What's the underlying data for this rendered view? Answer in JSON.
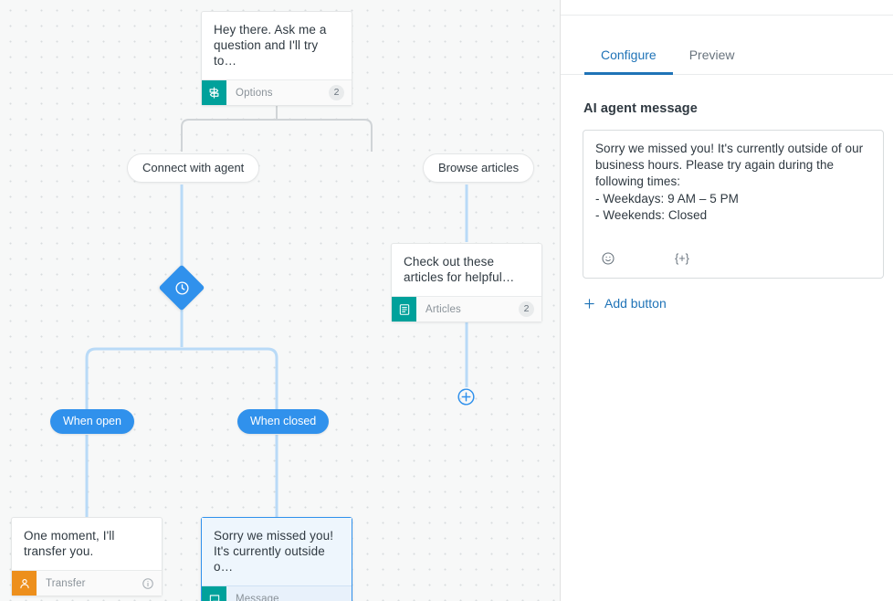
{
  "canvas": {
    "nodes": [
      {
        "id": "greeting",
        "text": "Hey there. Ask me a question and I'll try to…",
        "footer_label": "Options",
        "badge": "2",
        "icon": "signpost-icon"
      },
      {
        "id": "articles",
        "text": "Check out these articles for helpful…",
        "footer_label": "Articles",
        "badge": "2",
        "icon": "article-icon"
      },
      {
        "id": "transfer",
        "text": "One moment, I'll transfer you.",
        "footer_label": "Transfer",
        "badge": "",
        "icon": "agent-icon"
      },
      {
        "id": "after-hours",
        "text": "Sorry we missed you! It's currently outside o…",
        "footer_label": "Message",
        "badge": "",
        "icon": "chat-bubble-icon"
      }
    ],
    "option_pills": [
      {
        "label": "Connect with agent"
      },
      {
        "label": "Browse articles"
      }
    ],
    "condition_pills": [
      {
        "label": "When open"
      },
      {
        "label": "When closed"
      }
    ],
    "condition_node": {
      "icon": "clock-icon"
    },
    "add_node_button": {
      "icon": "plus-circle-icon"
    }
  },
  "panel": {
    "tabs": [
      {
        "label": "Configure",
        "active": true
      },
      {
        "label": "Preview",
        "active": false
      }
    ],
    "section_title": "AI agent message",
    "message": "Sorry we missed you! It's currently outside of our business hours. Please try again during the following times:\n- Weekdays: 9 AM – 5 PM\n- Weekends: Closed",
    "editor_tools": [
      {
        "icon": "emoji-icon",
        "glyph": "☺"
      },
      {
        "icon": "variable-icon",
        "glyph": "{+}"
      }
    ],
    "add_button_label": "Add button"
  },
  "colors": {
    "accent_blue": "#3091ec",
    "link_blue": "#1f73b7",
    "teal": "#00a19b",
    "orange": "#ed8f1c",
    "canvas_bg": "#f7f8f8"
  }
}
